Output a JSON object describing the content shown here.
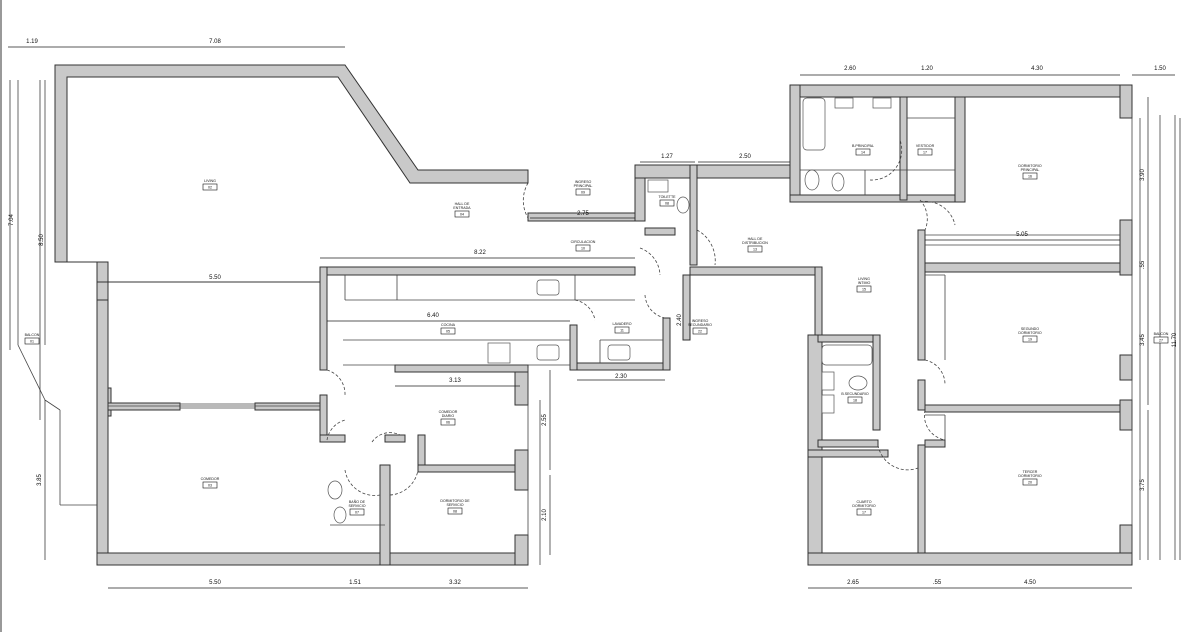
{
  "plan": {
    "wall_color": "#c9c9c9",
    "line_color": "#333333",
    "rooms": [
      {
        "name": "LIVING",
        "code": "02"
      },
      {
        "name": "INGRESO PRINCIPAL",
        "code": "09"
      },
      {
        "name": "HALL DE ENTRADA",
        "code": "04"
      },
      {
        "name": "CIRCULACION",
        "code": "10"
      },
      {
        "name": "TOILETTE",
        "code": "08"
      },
      {
        "name": "HALL DE DISTRIBUCION",
        "code": "13"
      },
      {
        "name": "B.PRINCIPAL",
        "code": "14"
      },
      {
        "name": "VESTIDOR",
        "code": "17"
      },
      {
        "name": "DORMITORIO PRINCIPAL",
        "code": "16"
      },
      {
        "name": "LIVING INTIMO",
        "code": "15"
      },
      {
        "name": "SEGUNDO DORMITORIO",
        "code": "19"
      },
      {
        "name": "BALCON",
        "code": "27"
      },
      {
        "name": "TERCER DORMITORIO",
        "code": "20"
      },
      {
        "name": "CUARTO DORMITORIO",
        "code": "17"
      },
      {
        "name": "B.SECUNDARIO",
        "code": "18"
      },
      {
        "name": "COCINA",
        "code": "05"
      },
      {
        "name": "LAVADERO",
        "code": "11"
      },
      {
        "name": "INGRESO SECUNDARIO",
        "code": "22"
      },
      {
        "name": "COMEDOR DIARIO",
        "code": "06"
      },
      {
        "name": "DORMITORIO DE SERVICIO",
        "code": "08"
      },
      {
        "name": "BAÑO DE SERVICIO",
        "code": "07"
      },
      {
        "name": "COMEDOR",
        "code": "03"
      },
      {
        "name": "BALCON",
        "code": "01"
      }
    ],
    "dimensions": [
      "1.19",
      "7.08",
      "2.60",
      "1.20",
      "4.30",
      "1.50",
      "1.27",
      "2.50",
      "2.75",
      "8.22",
      "5.50",
      "6.40",
      "3.13",
      "2.30",
      "2.40",
      "5.05",
      "5.50",
      "1.51",
      "3.32",
      "2.65",
      ".55",
      "4.50",
      "7.04",
      "8.50",
      "3.85",
      "2.55",
      "2.10",
      "3.90",
      ".55",
      "3.45",
      "3.75",
      "11.70"
    ]
  }
}
